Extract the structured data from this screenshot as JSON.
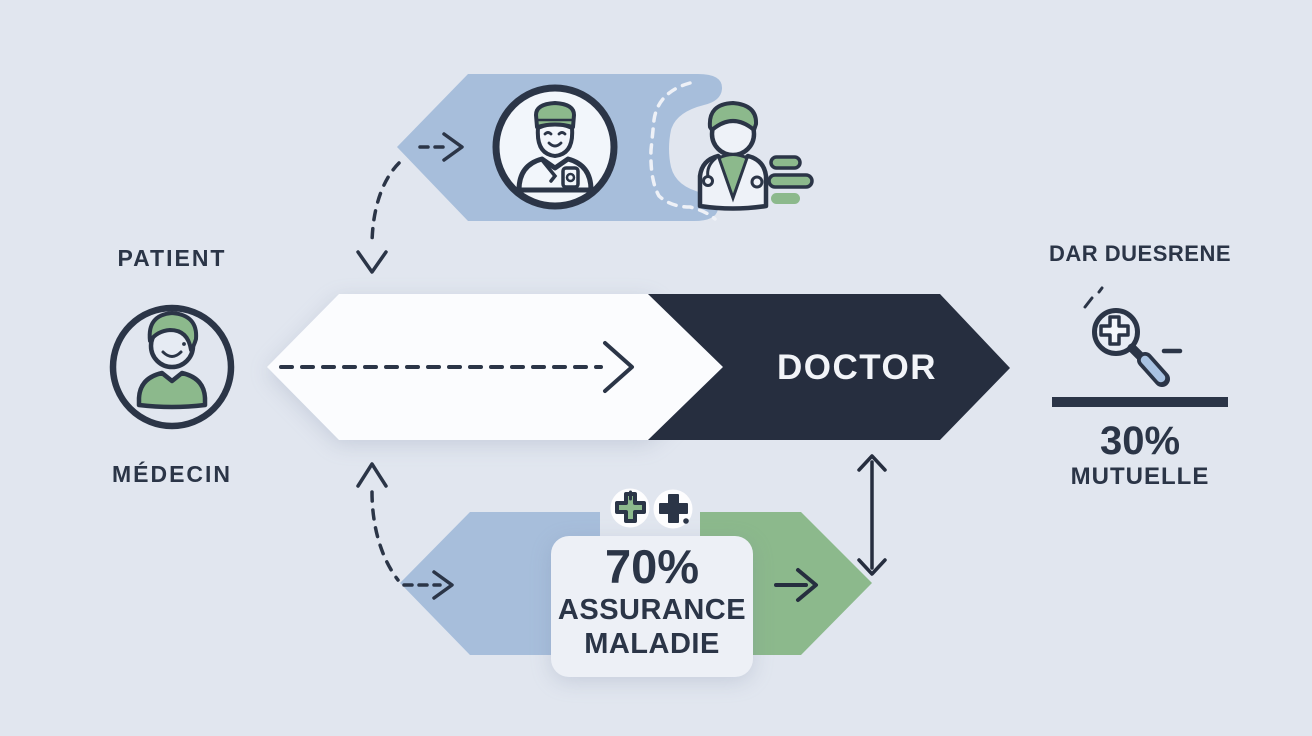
{
  "labels": {
    "patient": "PATIENT",
    "medecin": "MÉDECIN",
    "doctor": "DOCTOR",
    "insurer_heading": "DAR DUESRENE",
    "mutuelle_percent": "30%",
    "mutuelle_name": "MUTUELLE",
    "assurance_percent": "70%",
    "assurance_name_line1": "ASSURANCE",
    "assurance_name_line2": "MALADIE"
  },
  "icons": {
    "patient_avatar": "patient-avatar-icon",
    "surgeon_avatar": "surgeon-avatar-icon",
    "doctor_avatar": "doctor-avatar-icon",
    "list_bars": "green-list-bars-icon",
    "magnifier": "magnifier-plus-icon",
    "cross_green": "medical-cross-green-icon",
    "cross_dark": "medical-cross-dark-icon"
  },
  "colors": {
    "background": "#e1e6ef",
    "blue": "#a7bedb",
    "navy": "#2a3245",
    "green": "#8cb98c",
    "white_shape": "#fbfcfe",
    "panel": "#edf0f6",
    "text": "#2b3547",
    "doctor_text": "#f2f4f8",
    "handle_blue": "#a9c3e2"
  }
}
